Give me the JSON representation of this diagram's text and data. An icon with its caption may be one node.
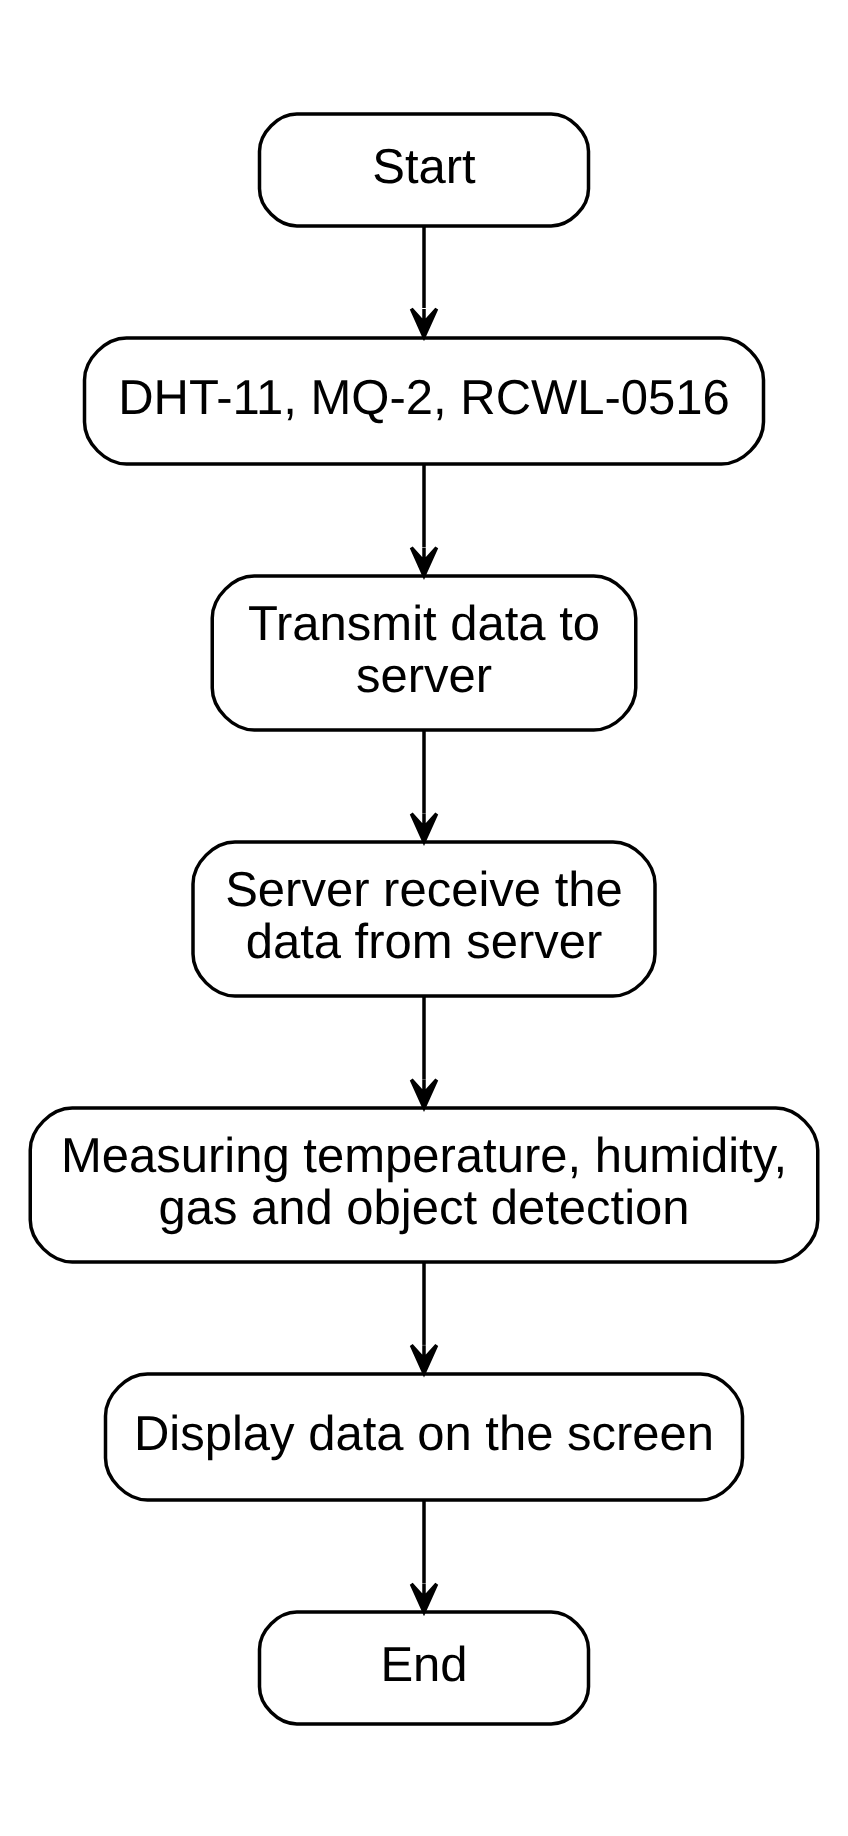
{
  "diagram": {
    "nodes": [
      {
        "text": [
          "Start"
        ]
      },
      {
        "text": [
          "DHT-11, MQ-2, RCWL-0516"
        ]
      },
      {
        "text": [
          "Transmit data to server"
        ]
      },
      {
        "text": [
          "Server receive the data from server"
        ]
      },
      {
        "text": [
          "Measuring temperature, humidity, gas and object detection"
        ]
      },
      {
        "text": [
          "Display data on the screen"
        ]
      },
      {
        "text": [
          "End"
        ]
      }
    ],
    "edges": [
      {
        "from": 0,
        "to": 1,
        "arrow": "to"
      },
      {
        "from": 1,
        "to": 2,
        "arrow": "to"
      },
      {
        "from": 2,
        "to": 3,
        "arrow": "to"
      },
      {
        "from": 3,
        "to": 4,
        "arrow": "to"
      },
      {
        "from": 4,
        "to": 5,
        "arrow": "to"
      },
      {
        "from": 5,
        "to": 6,
        "arrow": "to"
      }
    ]
  }
}
